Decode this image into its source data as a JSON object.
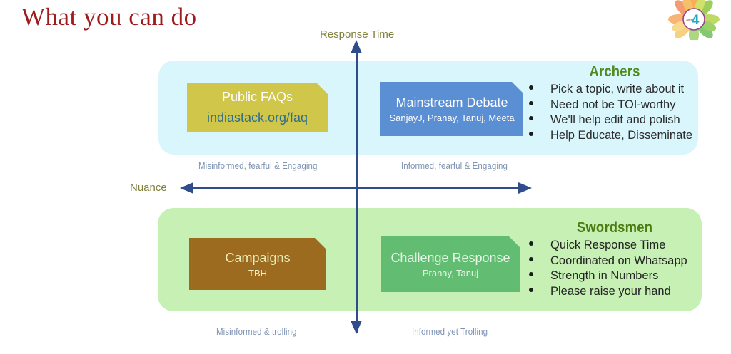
{
  "slide": {
    "title": "What you can do",
    "logo_icon": "lotus-flower-logo-icon",
    "logo_text": "4"
  },
  "axes": {
    "vertical_label": "Response Time",
    "horizontal_label": "Nuance",
    "arrow_up_icon": "arrow-up-icon",
    "arrow_down_icon": "arrow-down-icon",
    "arrow_left_icon": "arrow-left-icon",
    "arrow_right_icon": "arrow-right-icon",
    "axis_color": "#2f4d8a"
  },
  "quadrant_labels": {
    "top_left": "Misinformed, fearful & Engaging",
    "top_right": "Informed, fearful & Engaging",
    "bottom_left": "Misinformed & trolling",
    "bottom_right": "Informed yet Trolling"
  },
  "panels": {
    "top": {
      "name": "top-quadrant-panel",
      "color": "#d8f6fb"
    },
    "bottom": {
      "name": "bottom-quadrant-panel",
      "color": "#c6f0b4"
    }
  },
  "boxes": {
    "public_faqs": {
      "title": "Public FAQs",
      "link": "indiastack.org/faq",
      "color": "#cfc64a"
    },
    "mainstream_debate": {
      "title": "Mainstream Debate",
      "sub": "SanjayJ, Pranay, Tanuj, Meeta",
      "color": "#5b8fd4"
    },
    "campaigns": {
      "title": "Campaigns",
      "sub": "TBH",
      "color": "#9d6b20"
    },
    "challenge_response": {
      "title": "Challenge Response",
      "sub": "Pranay, Tanuj",
      "color": "#62bd72"
    }
  },
  "personas": [
    {
      "heading": "Archers",
      "color": "#4f8a1e",
      "bullets": [
        "Pick a topic, write about it",
        "Need not be TOI-worthy",
        "We'll help edit and polish",
        "Help Educate, Disseminate"
      ]
    },
    {
      "heading": "Swordsmen",
      "color": "#4e7c13",
      "bullets": [
        "Quick Response Time",
        "Coordinated on Whatsapp",
        "Strength in Numbers",
        "Please raise your hand"
      ]
    }
  ]
}
